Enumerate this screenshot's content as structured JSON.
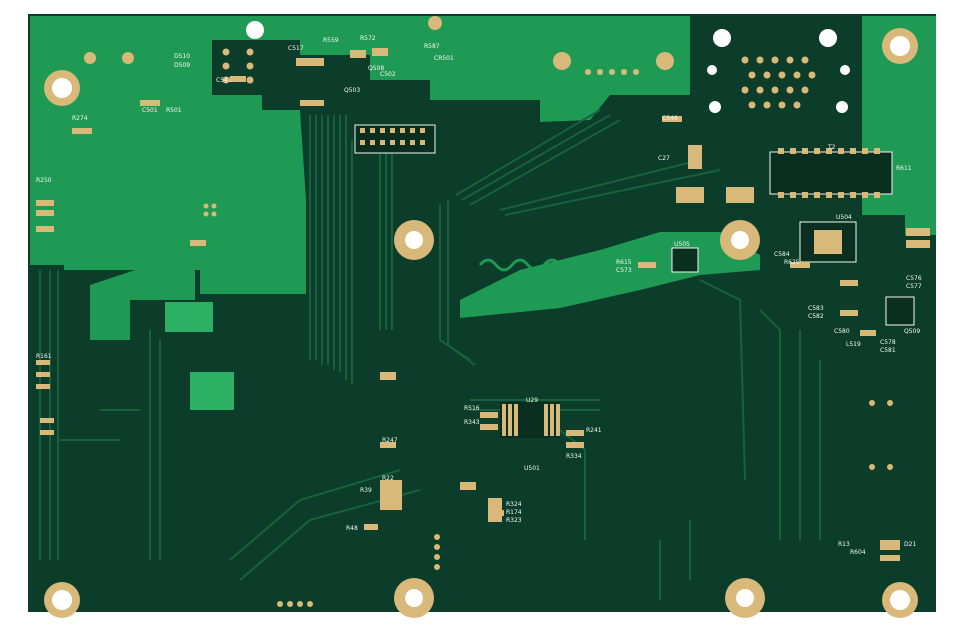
{
  "board": {
    "colors": {
      "background": "#ffffff",
      "board_dark": "#0c3d2a",
      "copper_pour": "#1f9a54",
      "copper_pour_light": "#2bb064",
      "trace": "#17613f",
      "silkscreen": "#f4f7f2",
      "pad_gold": "#d9b97a",
      "hole": "#ffffff",
      "chip_body": "#0a2e20"
    },
    "silkscreen_labels": {
      "d510": "D510",
      "d509": "D509",
      "c517": "C517",
      "r559": "R559",
      "r572": "R572",
      "r587": "R587",
      "cr501": "CR501",
      "c541": "C541",
      "c502": "C502",
      "q503": "Q503",
      "q508": "Q508",
      "c501": "C501",
      "r501": "R501",
      "r274": "R274",
      "r250": "R250",
      "r161": "R161",
      "c546": "C546",
      "c27": "C27",
      "t2": "T2",
      "r611": "R611",
      "u504": "U504",
      "u505": "U505",
      "r615": "R615",
      "c573": "C573",
      "r625": "R625",
      "c584": "C584",
      "c576": "C576",
      "c577": "C577",
      "c583": "C583",
      "c582": "C582",
      "c580": "C580",
      "q509": "Q509",
      "l519": "L519",
      "c578": "C578",
      "c581": "C581",
      "u29": "U29",
      "r516": "R516",
      "r343": "R343",
      "r241": "R241",
      "r247": "R247",
      "u501": "U501",
      "r334": "R334",
      "r324": "R324",
      "r22": "R22",
      "r39": "R39",
      "r174": "R174",
      "r323": "R323",
      "r48": "R48",
      "r13": "R13",
      "r604": "R604",
      "d21": "D21"
    }
  }
}
